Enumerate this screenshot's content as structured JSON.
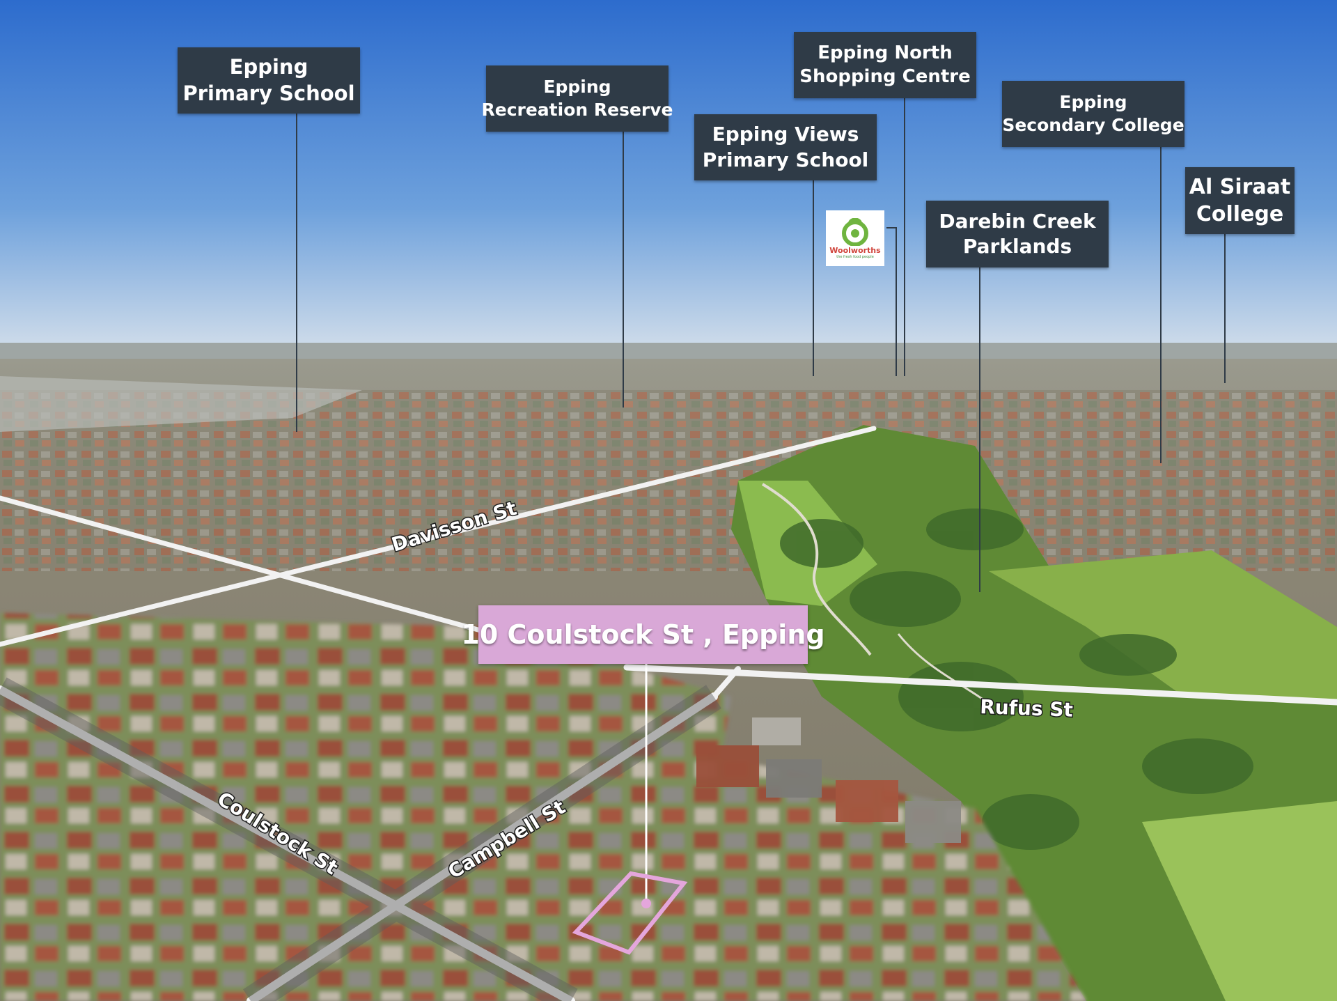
{
  "scene": {
    "description_colors": {
      "sky_top": "#2f6fd0",
      "sky_bottom": "#c8d9ea",
      "suburb": "#8a8577",
      "park_green": "#6c9a3c",
      "road": "#e9e9e9",
      "label_bg": "#2f3b47",
      "property_bg": "#d9a8d7"
    }
  },
  "poi_labels": [
    {
      "id": "epping-primary-school",
      "lines": [
        "Epping",
        "Primary School"
      ]
    },
    {
      "id": "epping-recreation-reserve",
      "lines": [
        "Epping",
        "Recreation Reserve"
      ]
    },
    {
      "id": "epping-north-shopping-centre",
      "lines": [
        "Epping North",
        "Shopping Centre"
      ]
    },
    {
      "id": "epping-views-primary-school",
      "lines": [
        "Epping Views",
        "Primary School"
      ]
    },
    {
      "id": "epping-secondary-college",
      "lines": [
        "Epping",
        "Secondary College"
      ]
    },
    {
      "id": "darebin-creek-parklands",
      "lines": [
        "Darebin Creek",
        "Parklands"
      ]
    },
    {
      "id": "al-siraat-college",
      "lines": [
        "Al Siraat",
        "College"
      ]
    }
  ],
  "woolworths": {
    "brand": "Woolworths",
    "tagline": "the fresh food people"
  },
  "property": {
    "label": "10 Coulstock St , Epping"
  },
  "streets": {
    "davisson": "Davisson St",
    "rufus": "Rufus St",
    "coulstock": "Coulstock St",
    "campbell": "Campbell St"
  }
}
